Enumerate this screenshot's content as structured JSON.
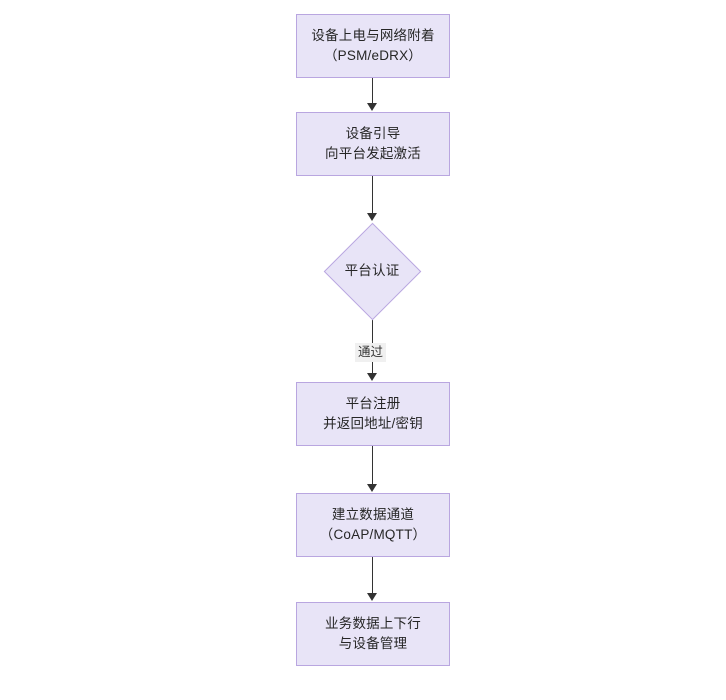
{
  "diagram": {
    "type": "flowchart",
    "orientation": "top-to-bottom",
    "theme": {
      "node_fill": "#e8e4f7",
      "node_border": "#b9a6e0",
      "edge_color": "#333333",
      "text_color": "#262626",
      "edge_label_background": "#f0f0f0",
      "canvas_background": "#ffffff"
    },
    "nodes": [
      {
        "id": "node-power",
        "shape": "rectangle",
        "line1": "设备上电与网络附着",
        "line2": "（PSM/eDRX）"
      },
      {
        "id": "node-boot",
        "shape": "rectangle",
        "line1": "设备引导",
        "line2": "向平台发起激活"
      },
      {
        "id": "node-auth",
        "shape": "diamond",
        "line1": "平台认证",
        "line2": ""
      },
      {
        "id": "node-register",
        "shape": "rectangle",
        "line1": "平台注册",
        "line2": "并返回地址/密钥"
      },
      {
        "id": "node-channel",
        "shape": "rectangle",
        "line1": "建立数据通道",
        "line2": "（CoAP/MQTT）"
      },
      {
        "id": "node-traffic",
        "shape": "rectangle",
        "line1": "业务数据上下行",
        "line2": "与设备管理"
      }
    ],
    "edges": [
      {
        "id": "edge-power-boot",
        "from": "node-power",
        "to": "node-boot",
        "label": ""
      },
      {
        "id": "edge-boot-auth",
        "from": "node-boot",
        "to": "node-auth",
        "label": ""
      },
      {
        "id": "edge-auth-register",
        "from": "node-auth",
        "to": "node-register",
        "label": "通过"
      },
      {
        "id": "edge-register-channel",
        "from": "node-register",
        "to": "node-channel",
        "label": ""
      },
      {
        "id": "edge-channel-traffic",
        "from": "node-channel",
        "to": "node-traffic",
        "label": ""
      }
    ]
  }
}
